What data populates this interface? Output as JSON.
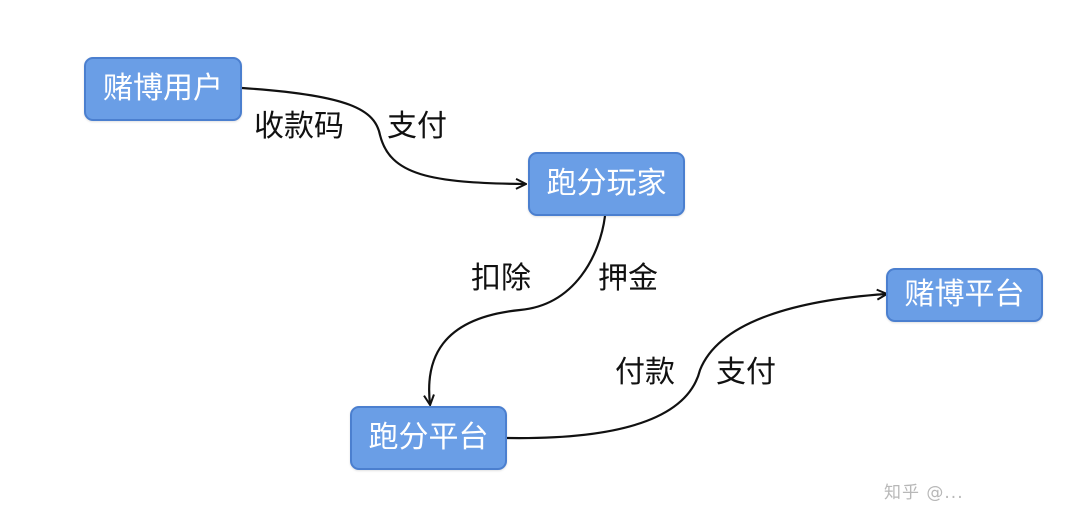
{
  "nodes": {
    "gambling_user": "赌博用户",
    "score_runner": "跑分玩家",
    "score_platform": "跑分平台",
    "gambling_platform": "赌博平台"
  },
  "edges": {
    "e1_left": "收款码",
    "e1_right": "支付",
    "e2_left": "扣除",
    "e2_right": "押金",
    "e3_left": "付款",
    "e3_right": "支付"
  },
  "watermark": "知乎 @..."
}
